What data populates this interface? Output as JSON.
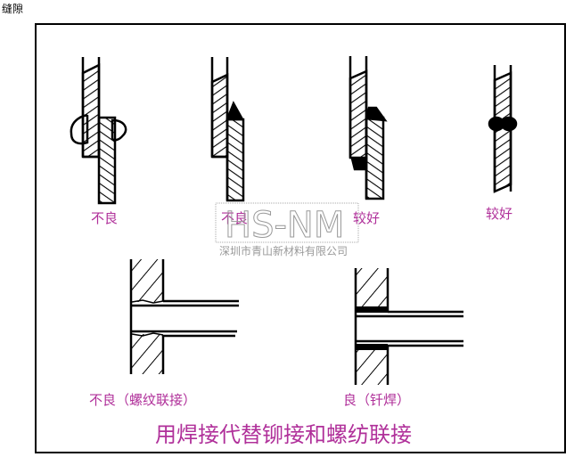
{
  "caption": "缝隙",
  "figure": {
    "labels": [
      "不良",
      "不良",
      "较好",
      "较好"
    ],
    "bottom_labels": [
      "不良（螺纹联接）",
      "良（钎焊）"
    ],
    "title": "用焊接代替铆接和螺纺联接",
    "watermark": {
      "logo": "HS-NM",
      "company": "深圳市青山新材料有限公司"
    },
    "label_color": "#b0309a"
  }
}
